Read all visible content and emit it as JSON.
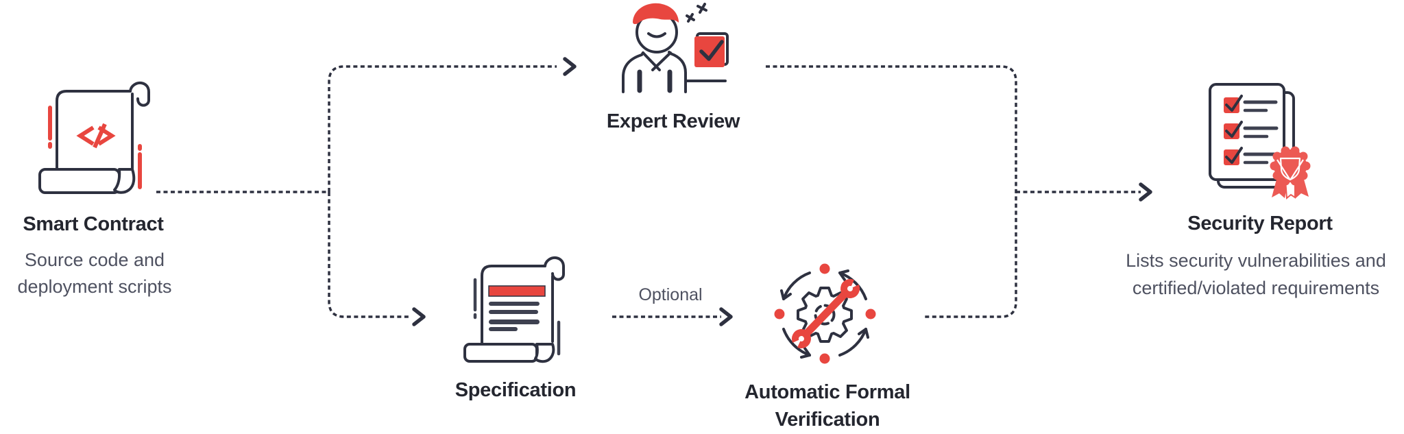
{
  "diagram": {
    "colors": {
      "accent_red": "#E8463F",
      "rosette_red": "#EC5A54",
      "line_dark": "#2E3140",
      "title_dark": "#24262F",
      "subtitle_gray": "#4E5160",
      "bar_gray": "#3E4150"
    },
    "nodes": {
      "smart_contract": {
        "title": "Smart Contract",
        "subtitle": [
          "Source code and",
          "deployment scripts"
        ],
        "icon": "scroll-code-icon"
      },
      "expert_review": {
        "title": "Expert Review",
        "icon": "reviewer-person-icon"
      },
      "specification": {
        "title": "Specification",
        "icon": "scroll-document-icon"
      },
      "automatic_formal_verification": {
        "title": [
          "Automatic Formal",
          "Verification"
        ],
        "icon": "gear-wrench-cycle-icon"
      },
      "security_report": {
        "title": "Security Report",
        "subtitle": [
          "Lists security vulnerabilities and",
          "certified/violated requirements"
        ],
        "icon": "report-checklist-ribbon-icon"
      }
    },
    "edges": {
      "optional_label": "Optional"
    }
  }
}
